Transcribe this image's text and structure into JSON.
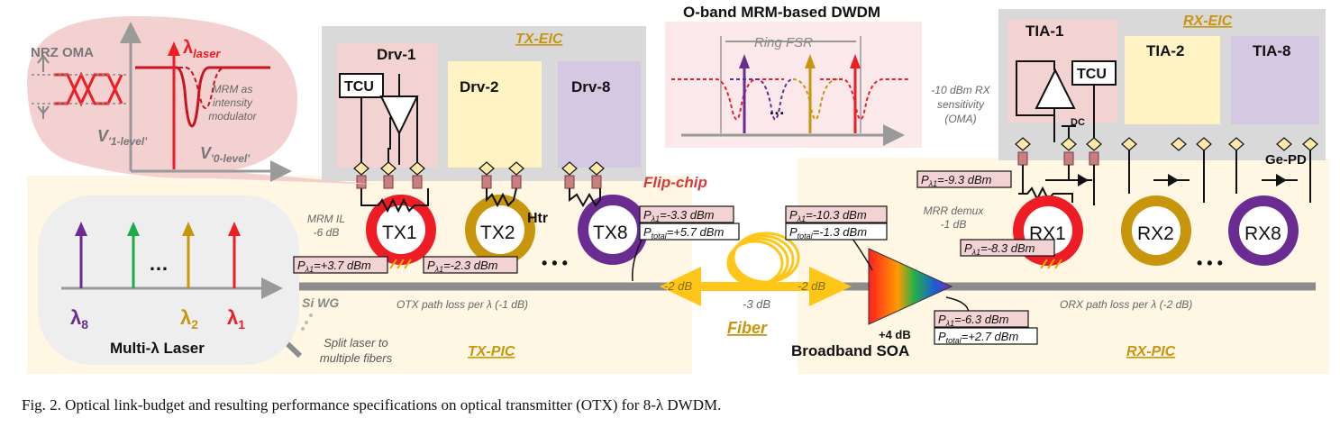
{
  "figure": {
    "caption": "Fig. 2.   Optical link-budget and resulting performance specifications on optical transmitter (OTX) for 8-λ DWDM."
  },
  "labels": {
    "tx_eic": "TX-EIC",
    "rx_eic": "RX-EIC",
    "tx_pic": "TX-PIC",
    "rx_pic": "RX-PIC",
    "fiber": "Fiber",
    "broadband_soa": "Broadband SOA",
    "dwdm_title": "O-band MRM-based DWDM",
    "ring_fsr": "Ring FSR",
    "nrz_oma": "NRZ OMA",
    "lambda_laser": "λ",
    "lambda_laser_sub": "laser",
    "mrm_modulator": [
      "MRM as",
      "intensity",
      "modulator"
    ],
    "v1_level": "V",
    "v1_level_sub": "'1-level'",
    "v0_level": "V",
    "v0_level_sub": "'0-level'",
    "flip_chip": "Flip-chip",
    "htr": "Htr",
    "mrm_il": [
      "MRM IL",
      "-6 dB"
    ],
    "mrr_demux": [
      "MRR demux",
      "-1 dB"
    ],
    "rx_sensitivity": [
      "-10 dBm RX",
      "sensitivity",
      "(OMA)"
    ],
    "dc": "DC",
    "ge_pd": "Ge-PD",
    "si_wg": "Si WG",
    "split_laser": [
      "Split laser to",
      "multiple fibers"
    ],
    "otx_path_loss": "OTX path loss per λ (-1 dB)",
    "orx_path_loss": "ORX path loss per λ (-2 dB)",
    "fiber_coupling_left": "-2 dB",
    "fiber_loss": "-3 dB",
    "fiber_coupling_right": "-2 dB",
    "soa_gain": "+4 dB",
    "multi_laser": "Multi-λ Laser",
    "lambda_8": "λ",
    "lambda_8_sub": "8",
    "lambda_2": "λ",
    "lambda_2_sub": "2",
    "lambda_1": "λ",
    "lambda_1_sub": "1",
    "ellipsis": "…",
    "dots": "• • •"
  },
  "blocks": {
    "drv_1": "Drv-1",
    "drv_2": "Drv-2",
    "drv_8": "Drv-8",
    "tcu_tx": "TCU",
    "tcu_rx": "TCU",
    "tia_1": "TIA-1",
    "tia_2": "TIA-2",
    "tia_8": "TIA-8"
  },
  "rings": {
    "tx1": "TX1",
    "tx2": "TX2",
    "tx8": "TX8",
    "rx1": "RX1",
    "rx2": "RX2",
    "rx8": "RX8"
  },
  "power_labels": {
    "tx1_in": {
      "pre": "P",
      "sub": "λ1",
      "val": "=+3.7 dBm"
    },
    "tx2_in": {
      "pre": "P",
      "sub": "λ1",
      "val": "=-2.3 dBm"
    },
    "tx_out_l1": {
      "pre": "P",
      "sub": "λ1",
      "val": "=-3.3 dBm"
    },
    "tx_out_total": {
      "pre": "P",
      "sub": "total",
      "val": "=+5.7 dBm"
    },
    "fiber_out_l1": {
      "pre": "P",
      "sub": "λ1",
      "val": "=-10.3 dBm"
    },
    "fiber_out_total": {
      "pre": "P",
      "sub": "total",
      "val": "=-1.3 dBm"
    },
    "soa_out_l1": {
      "pre": "P",
      "sub": "λ1",
      "val": "=-6.3 dBm"
    },
    "soa_out_total": {
      "pre": "P",
      "sub": "total",
      "val": "=+2.7 dBm"
    },
    "rx1_pd": {
      "pre": "P",
      "sub": "λ1",
      "val": "=-9.3 dBm"
    },
    "rx1_in": {
      "pre": "P",
      "sub": "λ1",
      "val": "=-8.3 dBm"
    }
  },
  "colors": {
    "red": "#ee1c24",
    "gold": "#c8960c",
    "purple": "#6a2c91",
    "green": "#1faa4a",
    "panel_gray": "#d9d9d9",
    "pic_cream": "#fff7e3",
    "pink": "#f3d2d2",
    "light_yellow": "#fff3c4",
    "lavender": "#d5c8e2",
    "label_bg": "#f2d2d2",
    "accent_text": "#c8960c",
    "waveguide": "#8c8c8c",
    "fiber_yellow": "#ffc61a"
  }
}
